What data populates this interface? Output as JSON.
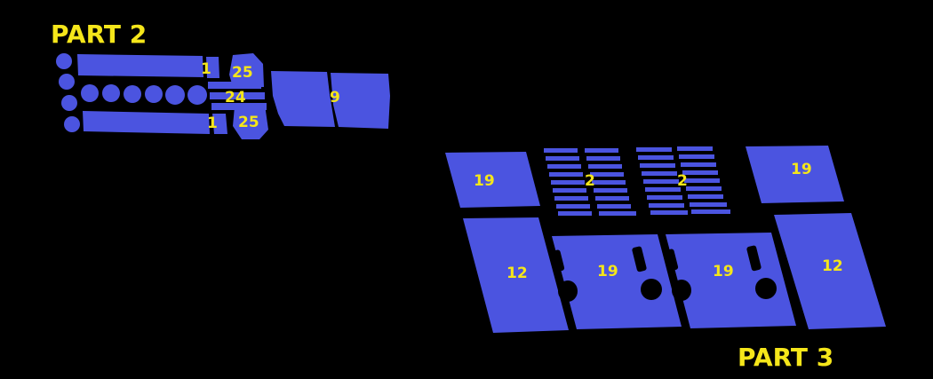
{
  "titles": {
    "part2": "PART 2",
    "part3": "PART 3"
  },
  "colors": {
    "background": "#000000",
    "piece": "#4b54e0",
    "label": "#f5e61a",
    "hole": "#000000"
  },
  "part2": {
    "labels": {
      "rail_top": "1",
      "rail_bottom": "1",
      "pod_top": "25",
      "pod_bottom": "25",
      "center": "24",
      "panel": "9"
    }
  },
  "part3": {
    "labels": {
      "top_left": "19",
      "vent_left": "2",
      "vent_right": "2",
      "top_right": "19",
      "large_left": "12",
      "center_left": "19",
      "center_right": "19",
      "large_right": "12"
    }
  }
}
